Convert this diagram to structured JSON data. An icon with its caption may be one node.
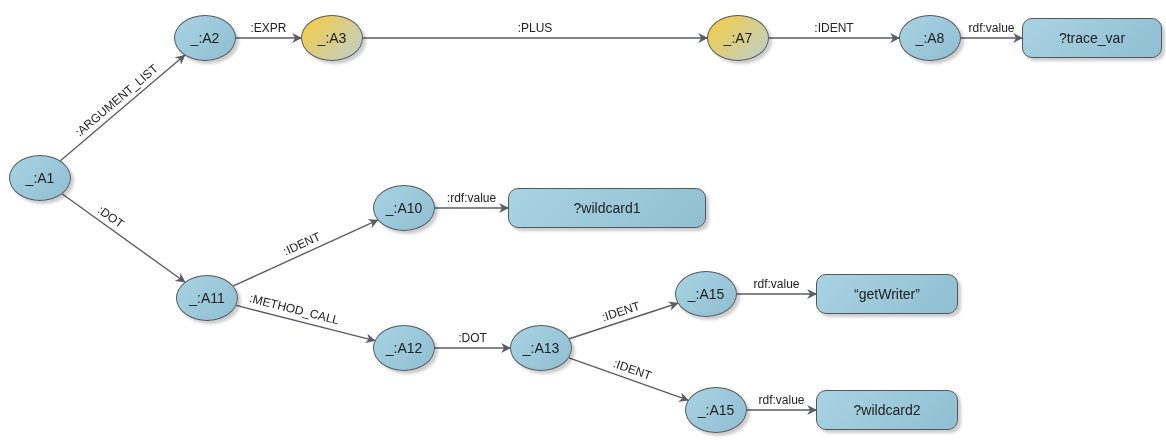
{
  "diagram": {
    "nodes": [
      {
        "text": [
          "_:A1"
        ]
      },
      {
        "text": [
          "_:A2"
        ]
      },
      {
        "text": [
          "_:A3"
        ]
      },
      {
        "text": [
          "_:A7"
        ]
      },
      {
        "text": [
          "_:A8"
        ]
      },
      {
        "text": [
          "?trace_var"
        ]
      },
      {
        "text": [
          "_:A10"
        ]
      },
      {
        "text": [
          "?wildcard1"
        ]
      },
      {
        "text": [
          "_:A11"
        ]
      },
      {
        "text": [
          "_:A12"
        ]
      },
      {
        "text": [
          "_:A13"
        ]
      },
      {
        "text": [
          "_:A15"
        ]
      },
      {
        "text": [
          "“getWriter”"
        ]
      },
      {
        "text": [
          "_:A15"
        ]
      },
      {
        "text": [
          "?wildcard2"
        ]
      }
    ],
    "edges": [
      {
        "from": 0,
        "to": 1,
        "arrow": "to",
        "label": ":ARGUMENT_LIST"
      },
      {
        "from": 0,
        "to": 8,
        "arrow": "to",
        "label": ":DOT"
      },
      {
        "from": 1,
        "to": 2,
        "arrow": "to",
        "label": ":EXPR"
      },
      {
        "from": 2,
        "to": 3,
        "arrow": "to",
        "label": ":PLUS"
      },
      {
        "from": 3,
        "to": 4,
        "arrow": "to",
        "label": ":IDENT"
      },
      {
        "from": 4,
        "to": 5,
        "arrow": "to",
        "label": "rdf:value"
      },
      {
        "from": 8,
        "to": 6,
        "arrow": "to",
        "label": ":IDENT"
      },
      {
        "from": 6,
        "to": 7,
        "arrow": "to",
        "label": ":rdf:value"
      },
      {
        "from": 8,
        "to": 9,
        "arrow": "to",
        "label": ":METHOD_CALL"
      },
      {
        "from": 9,
        "to": 10,
        "arrow": "to",
        "label": ":DOT"
      },
      {
        "from": 10,
        "to": 11,
        "arrow": "to",
        "label": ":IDENT"
      },
      {
        "from": 11,
        "to": 12,
        "arrow": "to",
        "label": "rdf:value"
      },
      {
        "from": 10,
        "to": 13,
        "arrow": "to",
        "label": ":IDENT"
      },
      {
        "from": 13,
        "to": 14,
        "arrow": "to",
        "label": "rdf:value"
      }
    ]
  }
}
